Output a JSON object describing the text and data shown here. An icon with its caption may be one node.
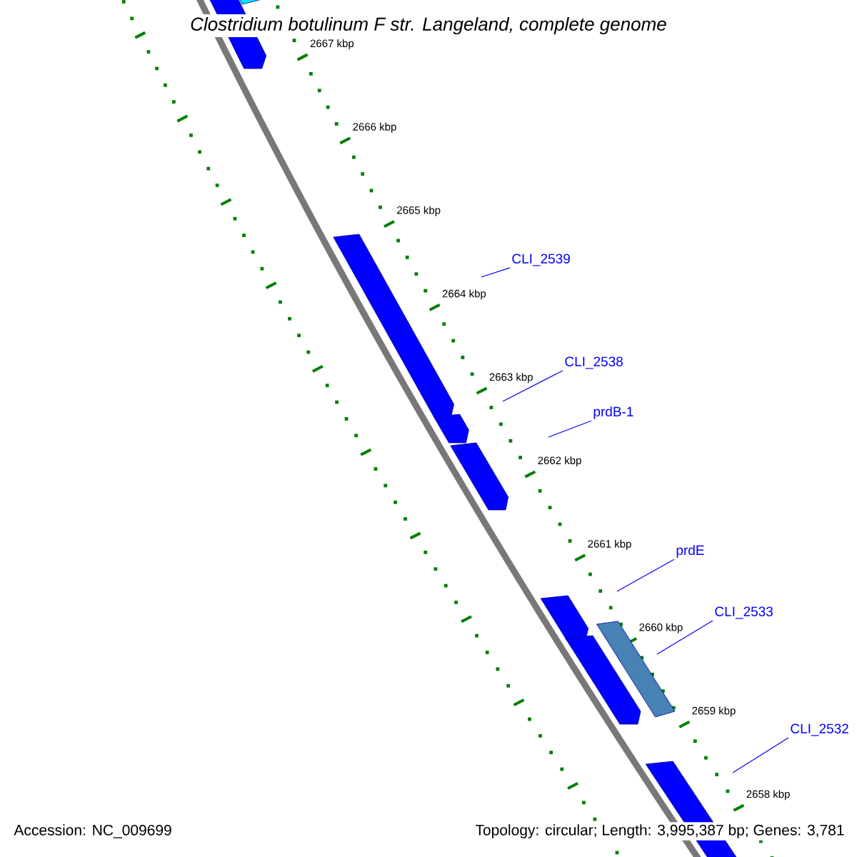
{
  "diagram": {
    "title": "*Clostridium botulinum* F str. Langeland, complete genome",
    "nodes": [
      {
        "text": [
          "CLI_2539"
        ]
      },
      {
        "text": [
          "CLI_2538"
        ]
      },
      {
        "text": [
          "prdB-1"
        ]
      },
      {
        "text": [
          "prdE"
        ]
      },
      {
        "text": [
          "CLI_2533"
        ]
      },
      {
        "text": [
          "CLI_2532"
        ]
      }
    ],
    "edges": [
      {
        "from": 0,
        "to": null,
        "arrow": "none"
      },
      {
        "from": 1,
        "to": null,
        "arrow": "none"
      },
      {
        "from": 2,
        "to": null,
        "arrow": "none"
      },
      {
        "from": 3,
        "to": null,
        "arrow": "none"
      },
      {
        "from": 4,
        "to": null,
        "arrow": "none"
      },
      {
        "from": 5,
        "to": null,
        "arrow": "none"
      }
    ],
    "labels": [
      "2667 kbp",
      "2666 kbp",
      "2665 kbp",
      "2664 kbp",
      "2663 kbp",
      "2662 kbp",
      "2661 kbp",
      "2660 kbp",
      "2659 kbp",
      "2658 kbp",
      "Accession: NC_009699",
      "Topology: circular; Length: 3,995,387 bp; Genes: 3,781"
    ]
  }
}
